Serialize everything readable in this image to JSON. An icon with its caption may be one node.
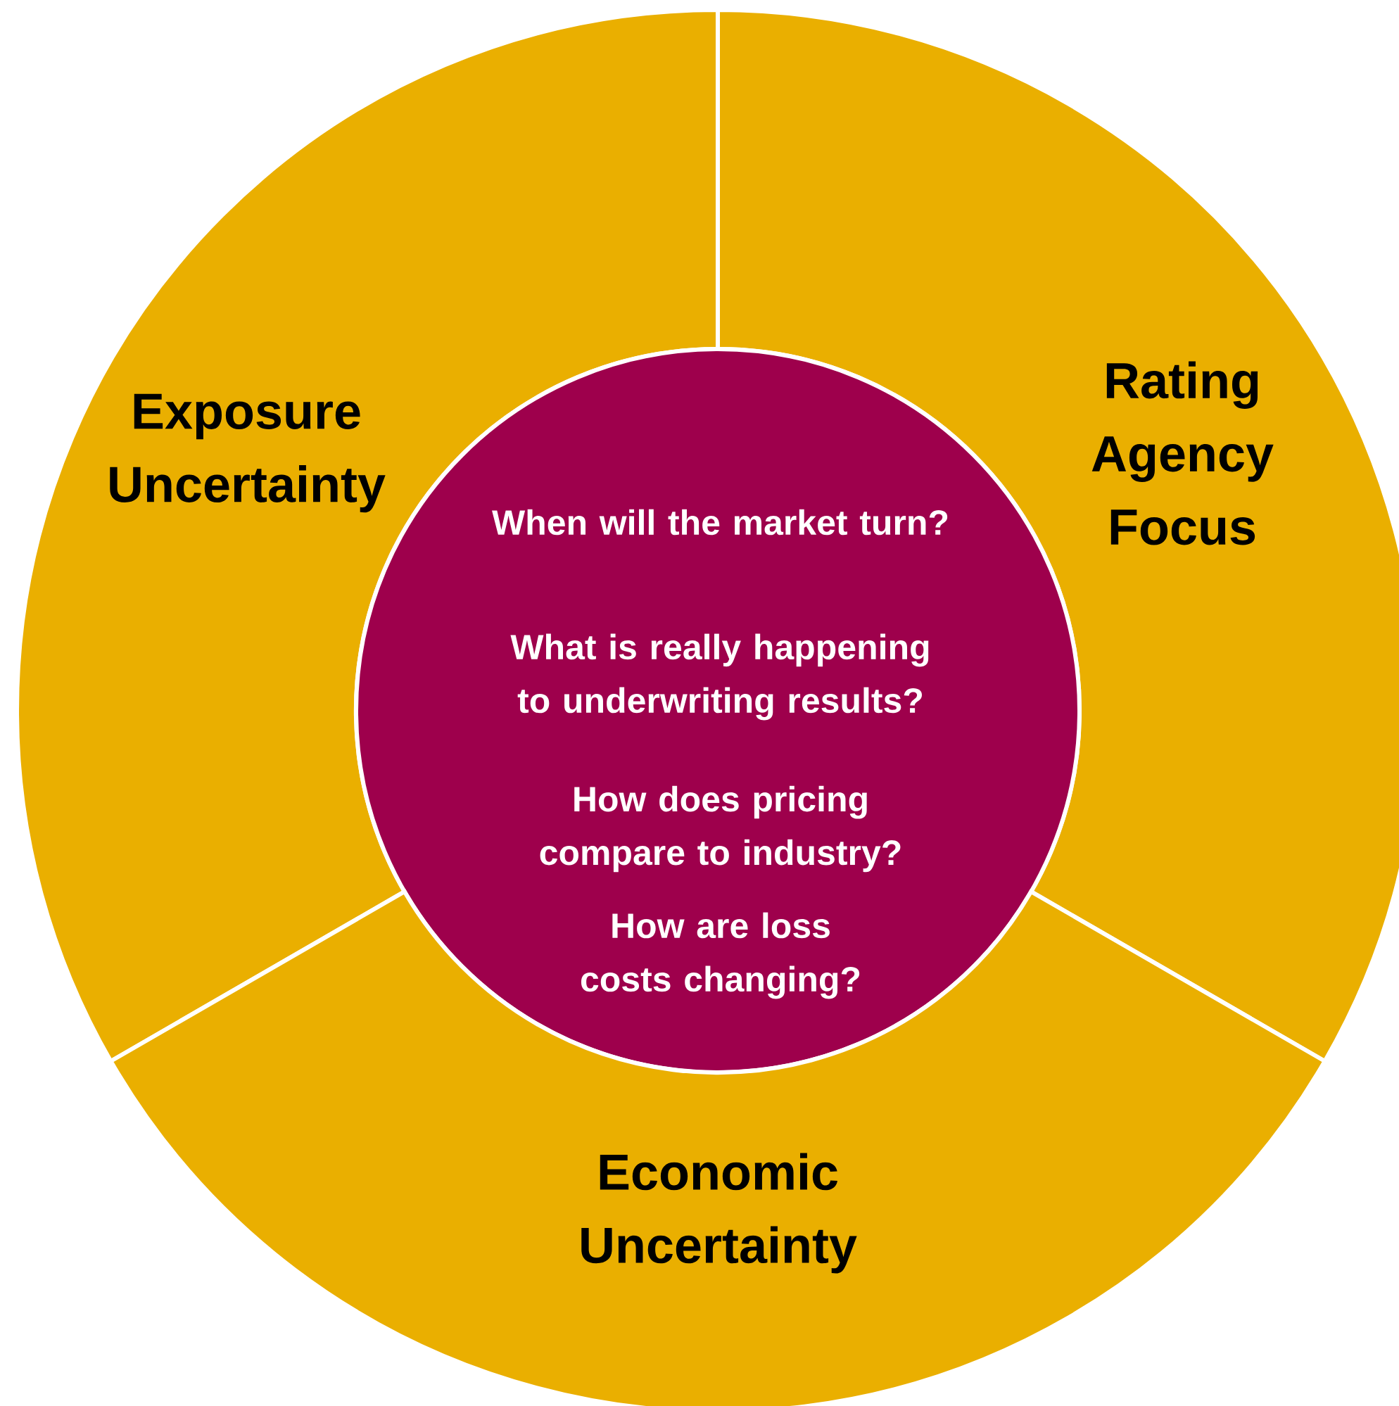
{
  "diagram": {
    "nodes": [
      {
        "text": [
          "Exposure Uncertainty"
        ]
      },
      {
        "text": [
          "Rating Agency Focus"
        ]
      },
      {
        "text": [
          "When will the market turn?",
          "What is really happening to underwriting results?",
          "How does pricing compare to industry?",
          "How are loss costs changing?"
        ]
      },
      {
        "text": [
          "Economic Uncertainty"
        ]
      }
    ]
  }
}
